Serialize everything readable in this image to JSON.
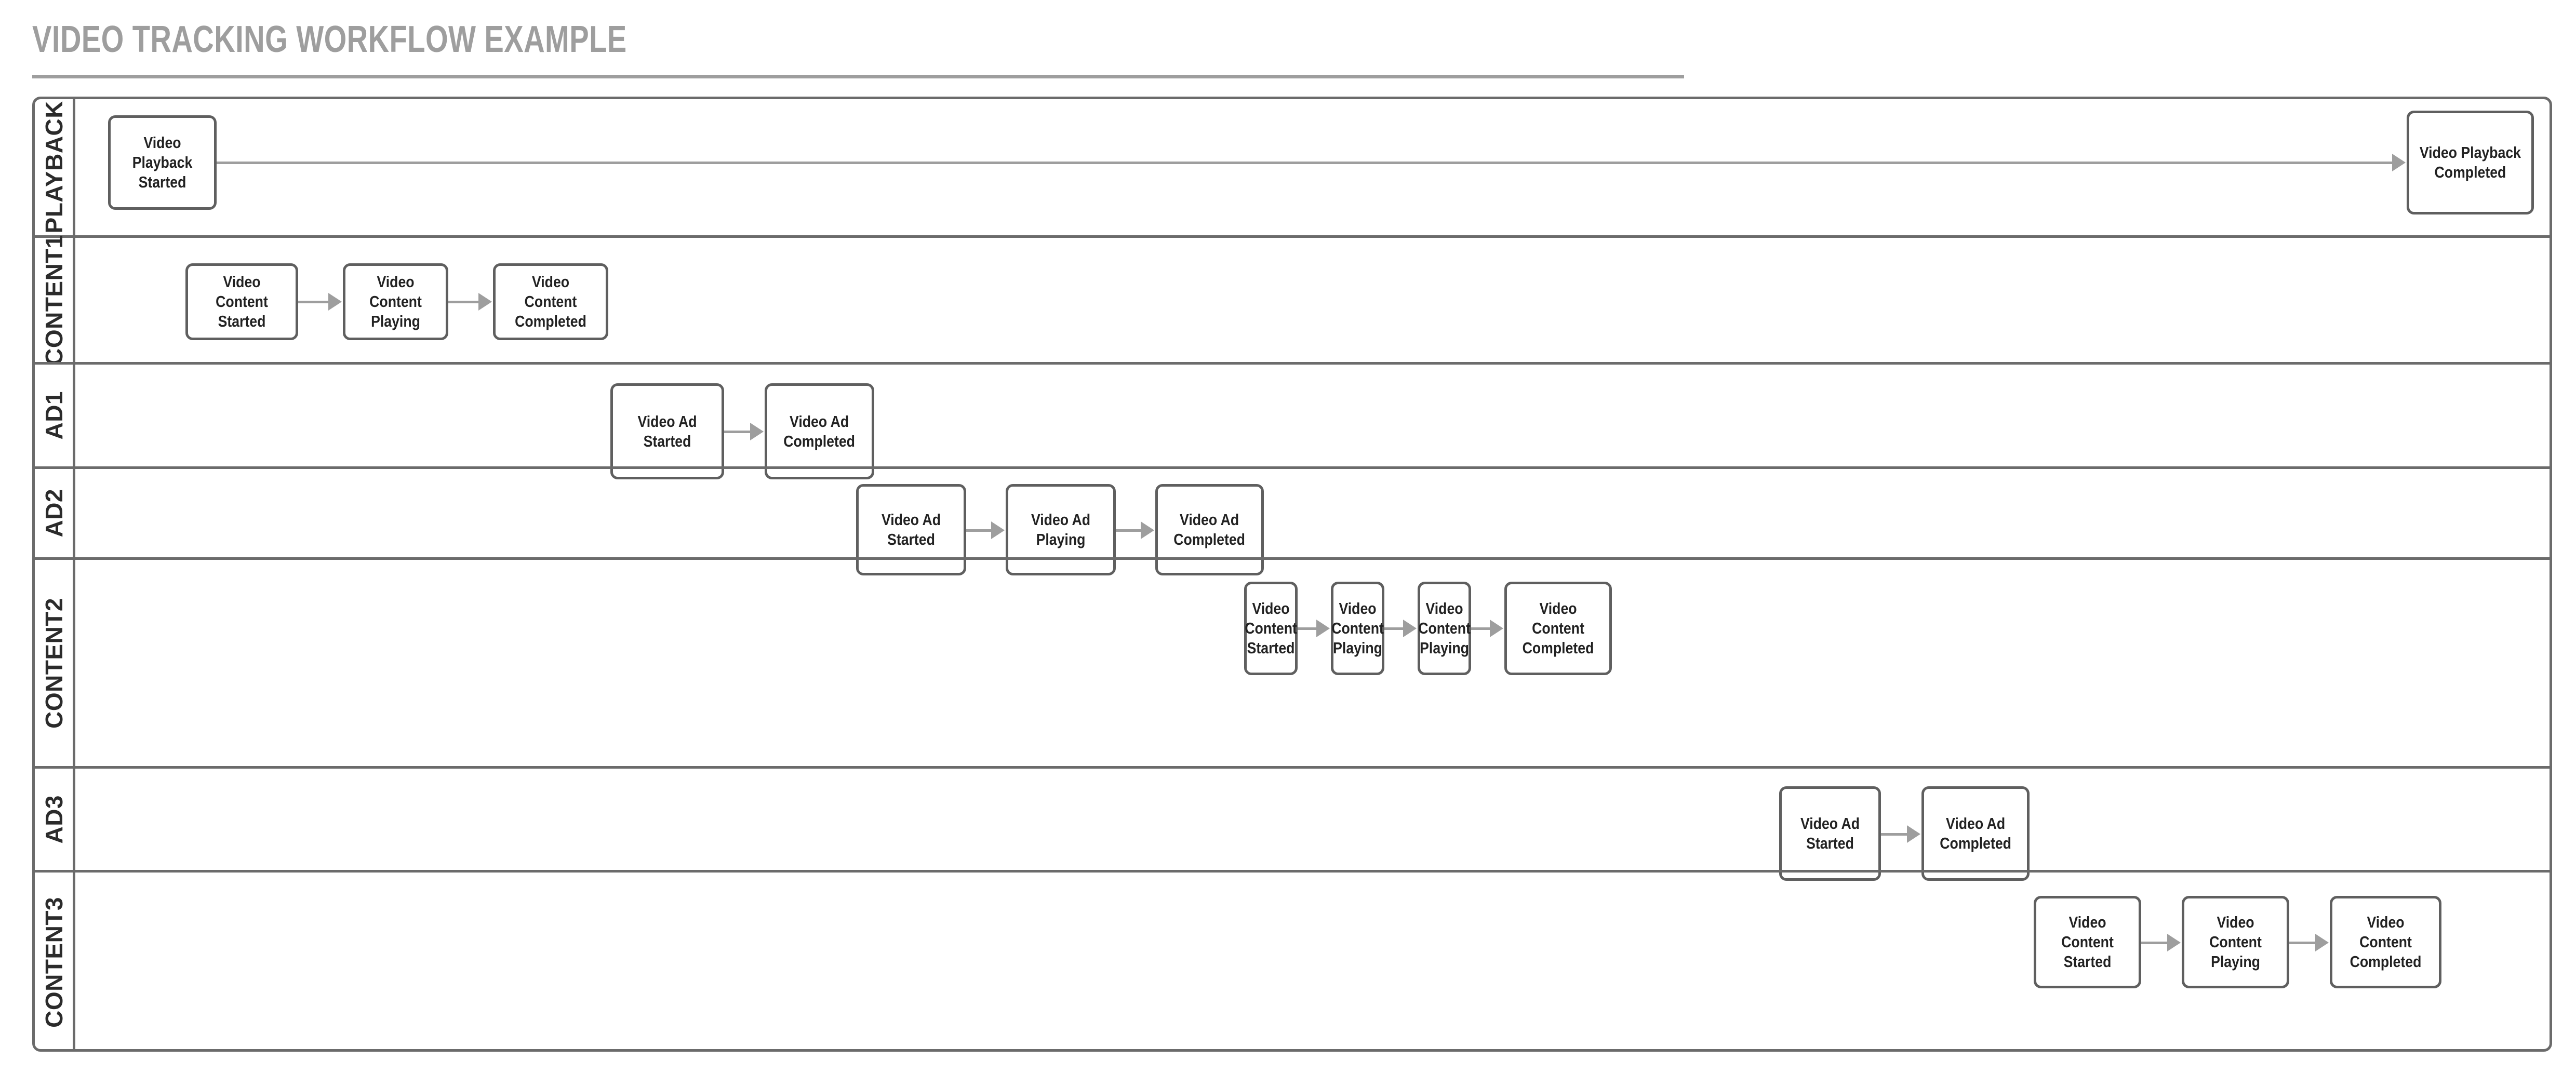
{
  "title": "VIDEO TRACKING WORKFLOW EXAMPLE",
  "diagram": {
    "type": "swimlane-flowchart",
    "lanes": [
      {
        "id": "playback",
        "label": "PLAYBACK",
        "nodes": [
          {
            "id": "playback-started",
            "label": "Video Playback\nStarted"
          },
          {
            "id": "playback-completed",
            "label": "Video Playback\nCompleted"
          }
        ],
        "connectors": [
          {
            "from": "playback-started",
            "to": "playback-completed",
            "arrow": "right"
          }
        ]
      },
      {
        "id": "content1",
        "label": "CONTENT1",
        "nodes": [
          {
            "id": "c1-started",
            "label": "Video Content\nStarted"
          },
          {
            "id": "c1-playing",
            "label": "Video Content\nPlaying"
          },
          {
            "id": "c1-completed",
            "label": "Video Content\nCompleted"
          }
        ],
        "connectors": [
          {
            "from": "c1-started",
            "to": "c1-playing",
            "arrow": "right"
          },
          {
            "from": "c1-playing",
            "to": "c1-completed",
            "arrow": "right"
          }
        ]
      },
      {
        "id": "ad1",
        "label": "AD1",
        "nodes": [
          {
            "id": "ad1-started",
            "label": "Video Ad Started"
          },
          {
            "id": "ad1-completed",
            "label": "Video Ad\nCompleted"
          }
        ],
        "connectors": [
          {
            "from": "ad1-started",
            "to": "ad1-completed",
            "arrow": "right"
          }
        ]
      },
      {
        "id": "ad2",
        "label": "AD2",
        "nodes": [
          {
            "id": "ad2-started",
            "label": "Video Ad Started"
          },
          {
            "id": "ad2-playing",
            "label": "Video Ad Playing"
          },
          {
            "id": "ad2-completed",
            "label": "Video Ad\nCompleted"
          }
        ],
        "connectors": [
          {
            "from": "ad2-started",
            "to": "ad2-playing",
            "arrow": "right"
          },
          {
            "from": "ad2-playing",
            "to": "ad2-completed",
            "arrow": "right"
          }
        ]
      },
      {
        "id": "content2",
        "label": "CONTENT2",
        "nodes": [
          {
            "id": "c2-started",
            "label": "Video Content\nStarted"
          },
          {
            "id": "c2-playing-1",
            "label": "Video Content\nPlaying"
          },
          {
            "id": "c2-playing-2",
            "label": "Video Content\nPlaying"
          },
          {
            "id": "c2-completed",
            "label": "Video Content\nCompleted"
          }
        ],
        "connectors": [
          {
            "from": "c2-started",
            "to": "c2-playing-1",
            "arrow": "right"
          },
          {
            "from": "c2-playing-1",
            "to": "c2-playing-2",
            "arrow": "right"
          },
          {
            "from": "c2-playing-2",
            "to": "c2-completed",
            "arrow": "right"
          }
        ]
      },
      {
        "id": "ad3",
        "label": "AD3",
        "nodes": [
          {
            "id": "ad3-started",
            "label": "Video Ad Started"
          },
          {
            "id": "ad3-completed",
            "label": "Video Ad\nCompleted"
          }
        ],
        "connectors": [
          {
            "from": "ad3-started",
            "to": "ad3-completed",
            "arrow": "right"
          }
        ]
      },
      {
        "id": "content3",
        "label": "CONTENT3",
        "nodes": [
          {
            "id": "c3-started",
            "label": "Video Content\nStarted"
          },
          {
            "id": "c3-playing",
            "label": "Video Content\nPlaying"
          },
          {
            "id": "c3-completed",
            "label": "Video Content\nCompleted"
          }
        ],
        "connectors": [
          {
            "from": "c3-started",
            "to": "c3-playing",
            "arrow": "right"
          },
          {
            "from": "c3-playing",
            "to": "c3-completed",
            "arrow": "right"
          }
        ]
      }
    ]
  },
  "colors": {
    "title": "#9e9e9e",
    "frame_border": "#6b6b6b",
    "node_border": "#5f5f5f",
    "node_text": "#222222",
    "connector": "#9e9e9e",
    "background": "#ffffff"
  }
}
